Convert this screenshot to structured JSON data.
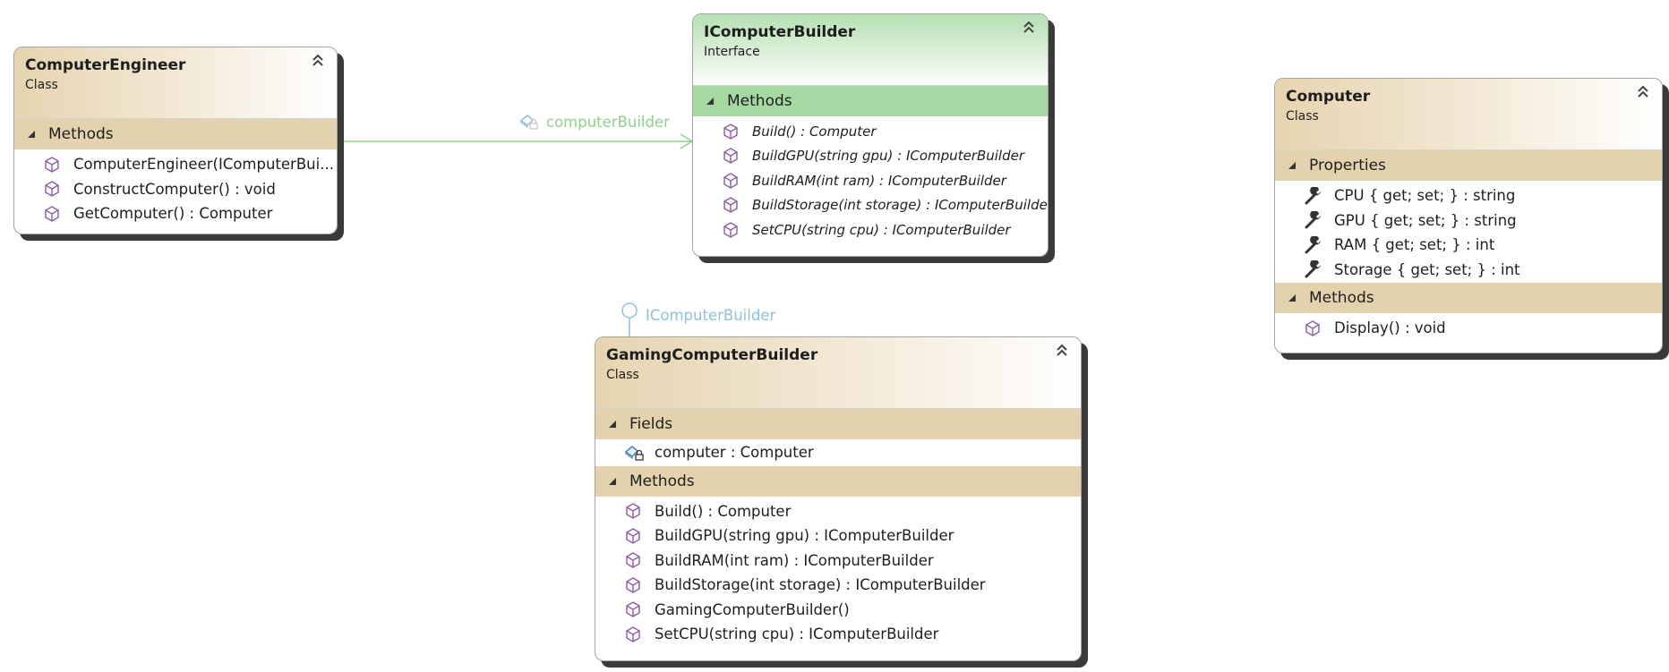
{
  "colors": {
    "class_header": "#e6d4b0",
    "class_section": "#e3d2ae",
    "interface_header": "#b6e0b4",
    "interface_section": "#a6d9a2",
    "association_line": "#8ed18a",
    "lollipop": "#8fc0dc",
    "method_icon": "#8c5aa6"
  },
  "association": {
    "label": "computerBuilder",
    "icon": "field-lock-icon"
  },
  "lollipop": {
    "label": "IComputerBuilder"
  },
  "engineer": {
    "title": "ComputerEngineer",
    "kind": "Class",
    "methods_label": "Methods",
    "methods": [
      "ComputerEngineer(IComputerBui...",
      "ConstructComputer() : void",
      "GetComputer() : Computer"
    ]
  },
  "ibuilder": {
    "title": "IComputerBuilder",
    "kind": "Interface",
    "methods_label": "Methods",
    "methods": [
      "Build() : Computer",
      "BuildGPU(string gpu) : IComputerBuilder",
      "BuildRAM(int ram) : IComputerBuilder",
      "BuildStorage(int storage) : IComputerBuilder",
      "SetCPU(string cpu) : IComputerBuilder"
    ]
  },
  "computer": {
    "title": "Computer",
    "kind": "Class",
    "properties_label": "Properties",
    "properties": [
      "CPU { get; set; } : string",
      "GPU { get; set; } : string",
      "RAM { get; set; } : int",
      "Storage { get; set; } : int"
    ],
    "methods_label": "Methods",
    "methods": [
      "Display() : void"
    ]
  },
  "gaming": {
    "title": "GamingComputerBuilder",
    "kind": "Class",
    "fields_label": "Fields",
    "fields": [
      "computer : Computer"
    ],
    "methods_label": "Methods",
    "methods": [
      "Build() : Computer",
      "BuildGPU(string gpu) : IComputerBuilder",
      "BuildRAM(int ram) : IComputerBuilder",
      "BuildStorage(int storage) : IComputerBuilder",
      "GamingComputerBuilder()",
      "SetCPU(string cpu) : IComputerBuilder"
    ]
  }
}
